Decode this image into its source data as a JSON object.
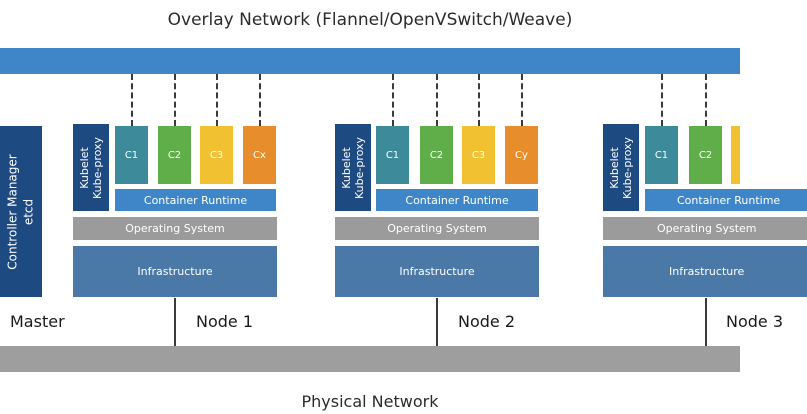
{
  "overlay_network": {
    "title": "Overlay Network (Flannel/OpenVSwitch/Weave)"
  },
  "physical_network": {
    "title": "Physical Network"
  },
  "master": {
    "label": "Master",
    "block_line1": "Controller Manager",
    "block_line2": "etcd"
  },
  "nodes": [
    {
      "label": "Node 1",
      "containers": [
        "C1",
        "C2",
        "C3",
        "Cx"
      ],
      "kubelet": "Kubelet",
      "kube_proxy": "Kube-proxy",
      "runtime": "Container Runtime",
      "os": "Operating System",
      "infra": "Infrastructure"
    },
    {
      "label": "Node 2",
      "containers": [
        "C1",
        "C2",
        "C3",
        "Cy"
      ],
      "kubelet": "Kubelet",
      "kube_proxy": "Kube-proxy",
      "runtime": "Container Runtime",
      "os": "Operating System",
      "infra": "Infrastructure"
    },
    {
      "label": "Node 3",
      "containers": [
        "C1",
        "C2"
      ],
      "kubelet": "Kubelet",
      "kube_proxy": "Kube-proxy",
      "runtime": "Container Runtime",
      "os": "Operating System",
      "infra": "Infrastructure"
    }
  ],
  "colors": {
    "overlay": "#3f86c8",
    "physical": "#9e9e9e",
    "kube": "#1e4a82",
    "infra": "#4a79a8",
    "os": "#9b9b9b",
    "c1": "#3d8a9a",
    "c2": "#5fae4a",
    "c3": "#f2c131",
    "c4": "#e88d2c"
  }
}
